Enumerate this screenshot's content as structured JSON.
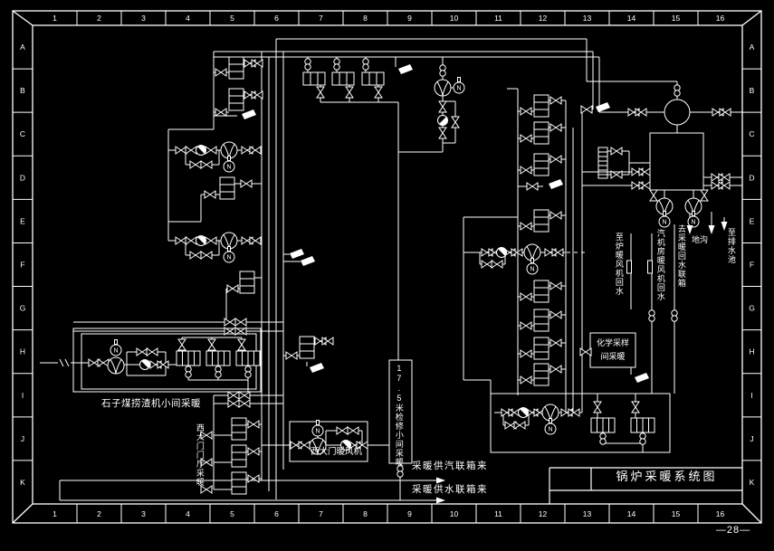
{
  "title_block": {
    "drawing_title": "锅炉采暖系统图"
  },
  "page_number": "—28—",
  "grid": {
    "cols": [
      "1",
      "2",
      "3",
      "4",
      "5",
      "6",
      "7",
      "8",
      "9",
      "10",
      "11",
      "12",
      "13",
      "14",
      "15",
      "16"
    ],
    "rows": [
      "A",
      "B",
      "C",
      "D",
      "E",
      "F",
      "G",
      "H",
      "I",
      "J",
      "K"
    ]
  },
  "labels": {
    "coal_room": "石子煤捞渣机小间采暖",
    "west_gate_hall": "西大门门厅采暖",
    "west_gate_fan": "西大门暖风机",
    "maintenance_room": "17.5米检修小间采暖",
    "steam_header": "采暖供汽联箱来",
    "water_header": "采暖供水联箱来",
    "chem_sampling": "化学采样间采暖",
    "to_furnace_fan": "至炉暖风机回水",
    "turbine_fan_return": "汽机房暖风机回水",
    "to_return_header": "去采暖回水联箱",
    "trench": "地沟",
    "to_drain_pool": "至排水池"
  },
  "symbols": {
    "motor_label": "N"
  },
  "colors": {
    "background": "#000000",
    "line": "#ffffff"
  }
}
